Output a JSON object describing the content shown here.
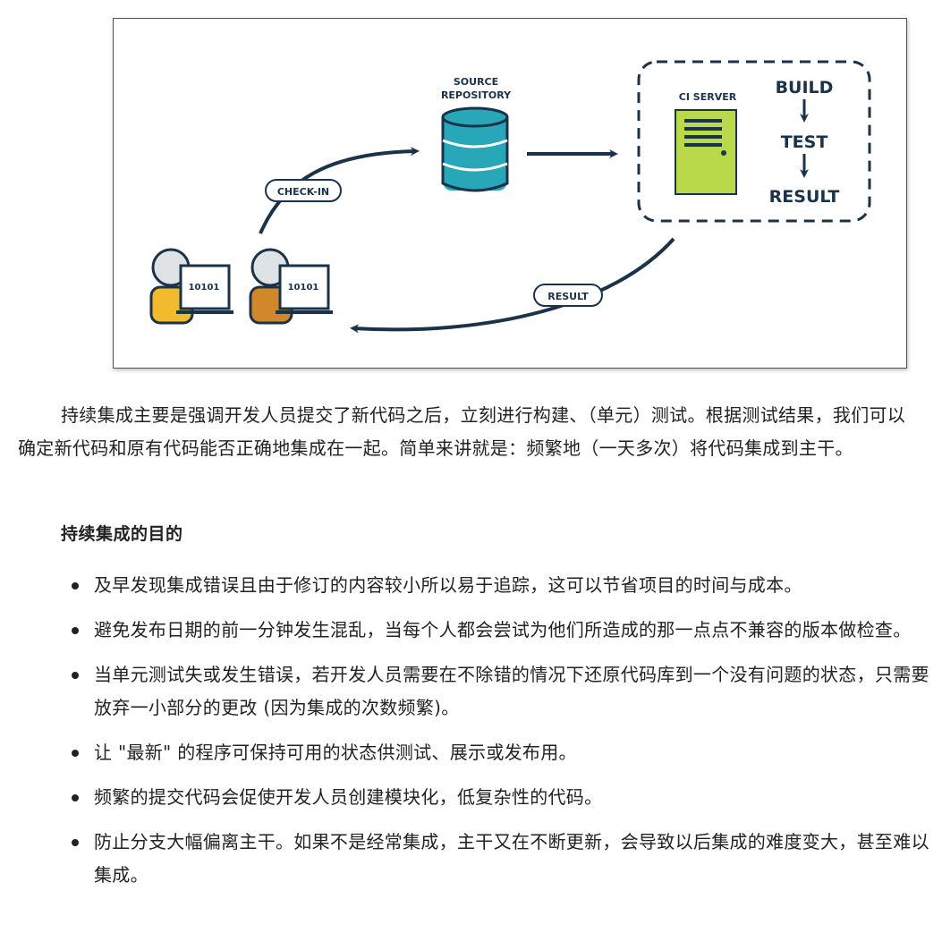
{
  "diagram": {
    "source_repository": [
      "SOURCE",
      "REPOSITORY"
    ],
    "check_in": "CHECK-IN",
    "result_pill": "RESULT",
    "ci_server": "CI SERVER",
    "build": "BUILD",
    "test": "TEST",
    "result": "RESULT",
    "dev_screen_1": "10101",
    "dev_screen_2": "10101",
    "colors": {
      "navy": "#1b3349",
      "teal": "#27a7b8",
      "server_green": "#b9d84a",
      "dev1_shirt": "#f2bb2e",
      "dev2_shirt": "#d1882a",
      "head": "#dfe3e6"
    }
  },
  "intro_paragraph": "持续集成主要是强调开发人员提交了新代码之后，立刻进行构建、（单元）测试。根据测试结果，我们可以确定新代码和原有代码能否正确地集成在一起。简单来讲就是：频繁地（一天多次）将代码集成到主干。",
  "goals_heading": "持续集成的目的",
  "goals": [
    "及早发现集成错误且由于修订的内容较小所以易于追踪，这可以节省项目的时间与成本。",
    "避免发布日期的前一分钟发生混乱，当每个人都会尝试为他们所造成的那一点点不兼容的版本做检查。",
    "当单元测试失或发生错误，若开发人员需要在不除错的情况下还原代码库到一个没有问题的状态，只需要放弃一小部分的更改 (因为集成的次数频繁)。",
    "让 \"最新\" 的程序可保持可用的状态供测试、展示或发布用。",
    "频繁的提交代码会促使开发人员创建模块化，低复杂性的代码。",
    "防止分支大幅偏离主干。如果不是经常集成，主干又在不断更新，会导致以后集成的难度变大，甚至难以集成。"
  ]
}
